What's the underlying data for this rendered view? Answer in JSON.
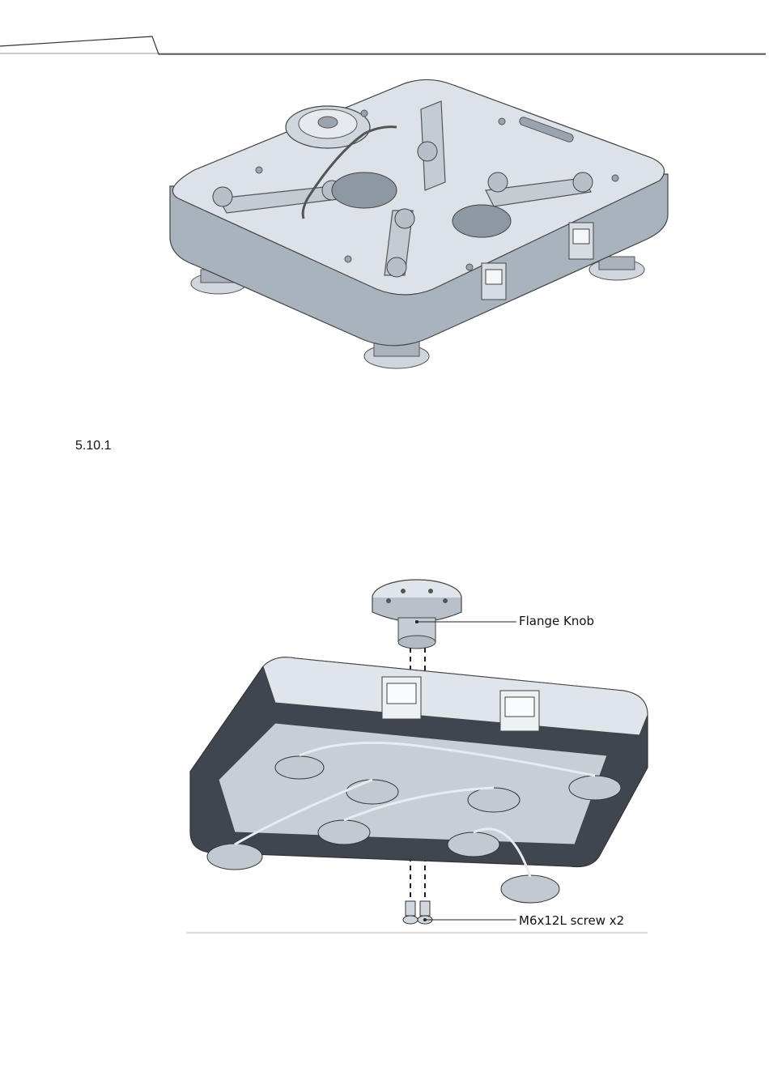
{
  "section": {
    "number": "5.10.1"
  },
  "figure_bottom": {
    "callouts": {
      "flange_knob": "Flange Knob",
      "screws": "M6x12L screw x2"
    }
  },
  "colors": {
    "metal_light": "#e4e9ee",
    "metal_mid": "#b9c2cb",
    "metal_dark": "#7e8893",
    "line": "#3a3a3a"
  }
}
